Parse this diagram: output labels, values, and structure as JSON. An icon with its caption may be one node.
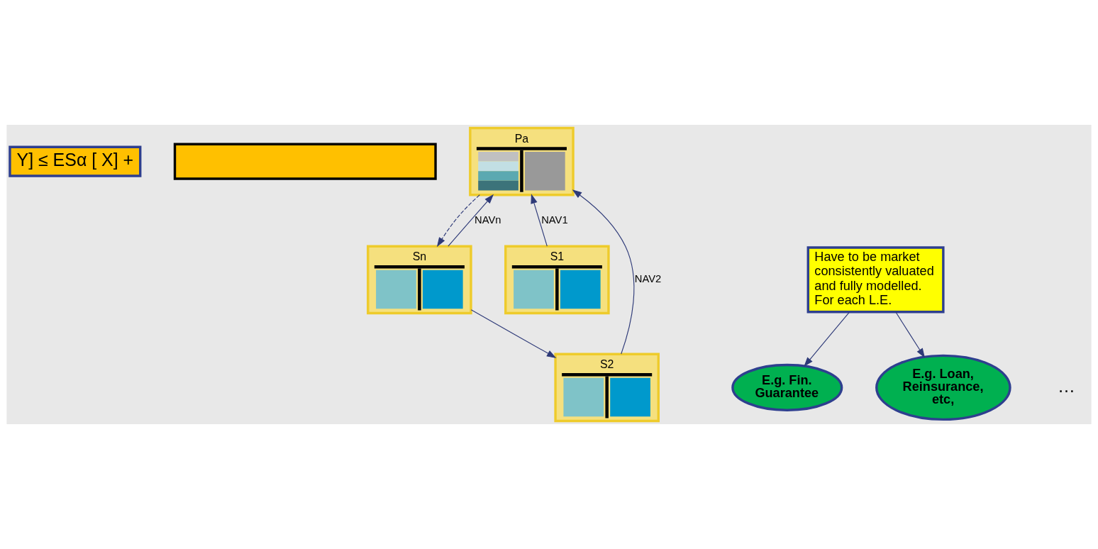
{
  "diagram": {
    "nodes": [
      {
        "text": [
          "Y] ≤ ESα [ X] +"
        ]
      },
      {
        "text": [],
        "shape": "box"
      },
      {
        "text": [
          "Pa"
        ]
      },
      {
        "text": [
          "S1"
        ]
      },
      {
        "text": [
          "S2"
        ]
      },
      {
        "text": [
          "Sn"
        ]
      },
      {
        "text": [
          "E.g. Fin. Guarantee"
        ]
      },
      {
        "text": [
          "Have to be market consistently valuated and fully modelled. For each L.E."
        ]
      },
      {
        "text": [
          "E.g. Loan, Reinsurance, etc,"
        ]
      }
    ],
    "edges": [
      {
        "from": 3,
        "to": 2,
        "arrow": "to",
        "label": "NAV1"
      },
      {
        "from": 4,
        "to": 2,
        "arrow": "to",
        "label": "NAV2"
      },
      {
        "from": 5,
        "to": 2,
        "arrow": "to",
        "label": "NAVn"
      },
      {
        "from": 2,
        "to": 5,
        "arrow": "to",
        "style": "dashed"
      },
      {
        "from": 5,
        "to": 4,
        "arrow": "to"
      },
      {
        "from": 7,
        "to": 6,
        "arrow": "to"
      },
      {
        "from": 7,
        "to": 8,
        "arrow": "to"
      }
    ],
    "labels": [
      "…"
    ]
  }
}
